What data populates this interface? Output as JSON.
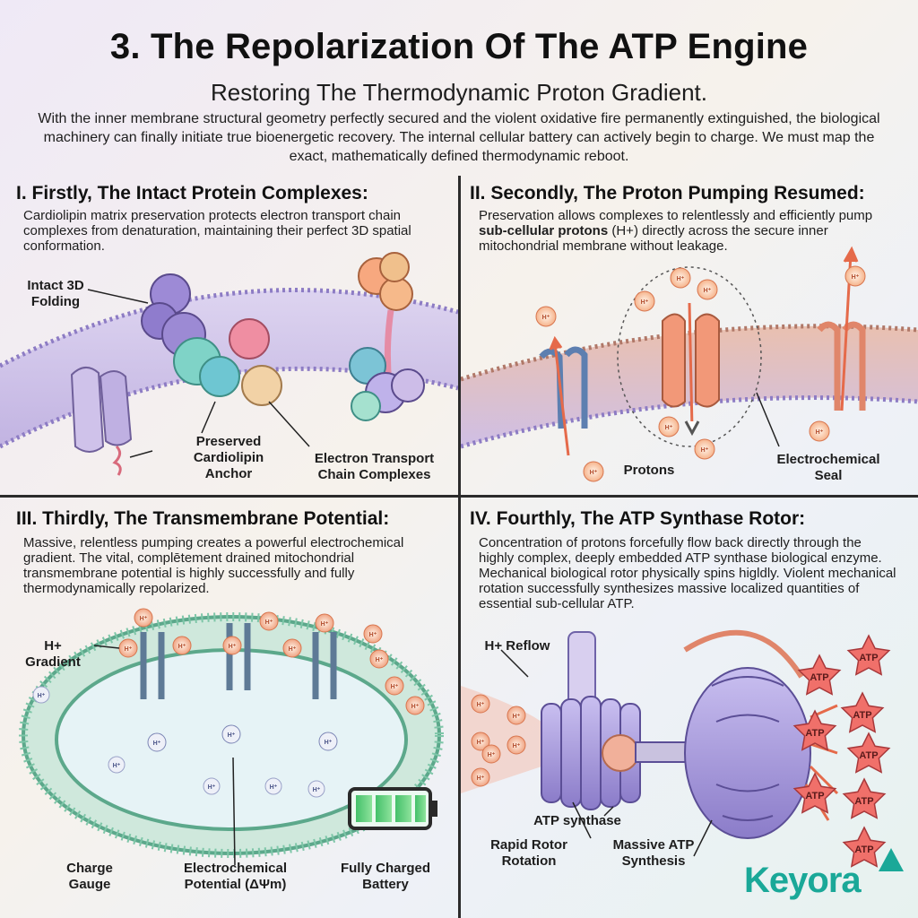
{
  "title": "3. The Repolarization Of The ATP Engine",
  "subtitle": "Restoring The Thermodynamic Proton Gradient.",
  "intro": "With the inner membrane structural geometry perfectly secured and the violent oxidative fire permanently extinguished, the biological machinery can finally initiate true bioenergetic recovery. The internal cellular battery can actively begin to charge.  We must map the exact, mathematically defined thermodynamic reboot.",
  "panels": [
    {
      "heading": "I. Firstly, The Intact Protein Complexes:",
      "body": "Cardiolipin matrix preservation protects electron transport chain complexes from denaturation, maintaining their perfect 3D spatial conformation.",
      "labels": [
        "Intact 3D Folding",
        "Preserved Cardiolipin Anchor",
        "Electron Transport Chain Complexes"
      ]
    },
    {
      "heading": "II. Secondly, The Proton Pumping Resumed:",
      "body_pre": "Preservation allows complexes to relentlessly and efficiently pump ",
      "body_bold": "sub-cellular protons",
      "body_post": " (H+) directly across the secure inner mitochondrial membrane without leakage.",
      "labels": [
        "Protons",
        "Electrochemical Seal"
      ]
    },
    {
      "heading": "III. Thirdly, The Transmembrane Potential:",
      "body": "Massive, relentless pumping creates a powerful electrochemical gradient. The vital, complētement drained mitochondrial transmembrane potential is highly successfully and fully thermodynamically repolarized.",
      "labels": [
        "H+ Gradient",
        "Charge Gauge",
        "Electrochemical Potential (ΔΨm)",
        "Fully Charged Battery"
      ]
    },
    {
      "heading": "IV. Fourthly, The ATP Synthase Rotor:",
      "body": "Concentration of protons forcefully flow back directly through the highly complex, deeply embedded ATP synthase biological enzyme. Mechanical biological rotor physically spins higldly. Violent mechanical rotation successfully synthesizes massive localized quantities of essential sub-cellular ATP.",
      "labels": [
        "H+ Reflow",
        "ATP synthase",
        "Rapid Rotor Rotation",
        "Massive ATP Synthesis"
      ]
    }
  ],
  "proton_symbol": "H+",
  "atp_symbol": "ATP",
  "logo": "Keyora",
  "colors": {
    "teal": "#1aa898",
    "membrane": "#c8b8e6",
    "proton": "#e66a4c",
    "atp": "#f0706a",
    "battery": "#5fd37a"
  }
}
